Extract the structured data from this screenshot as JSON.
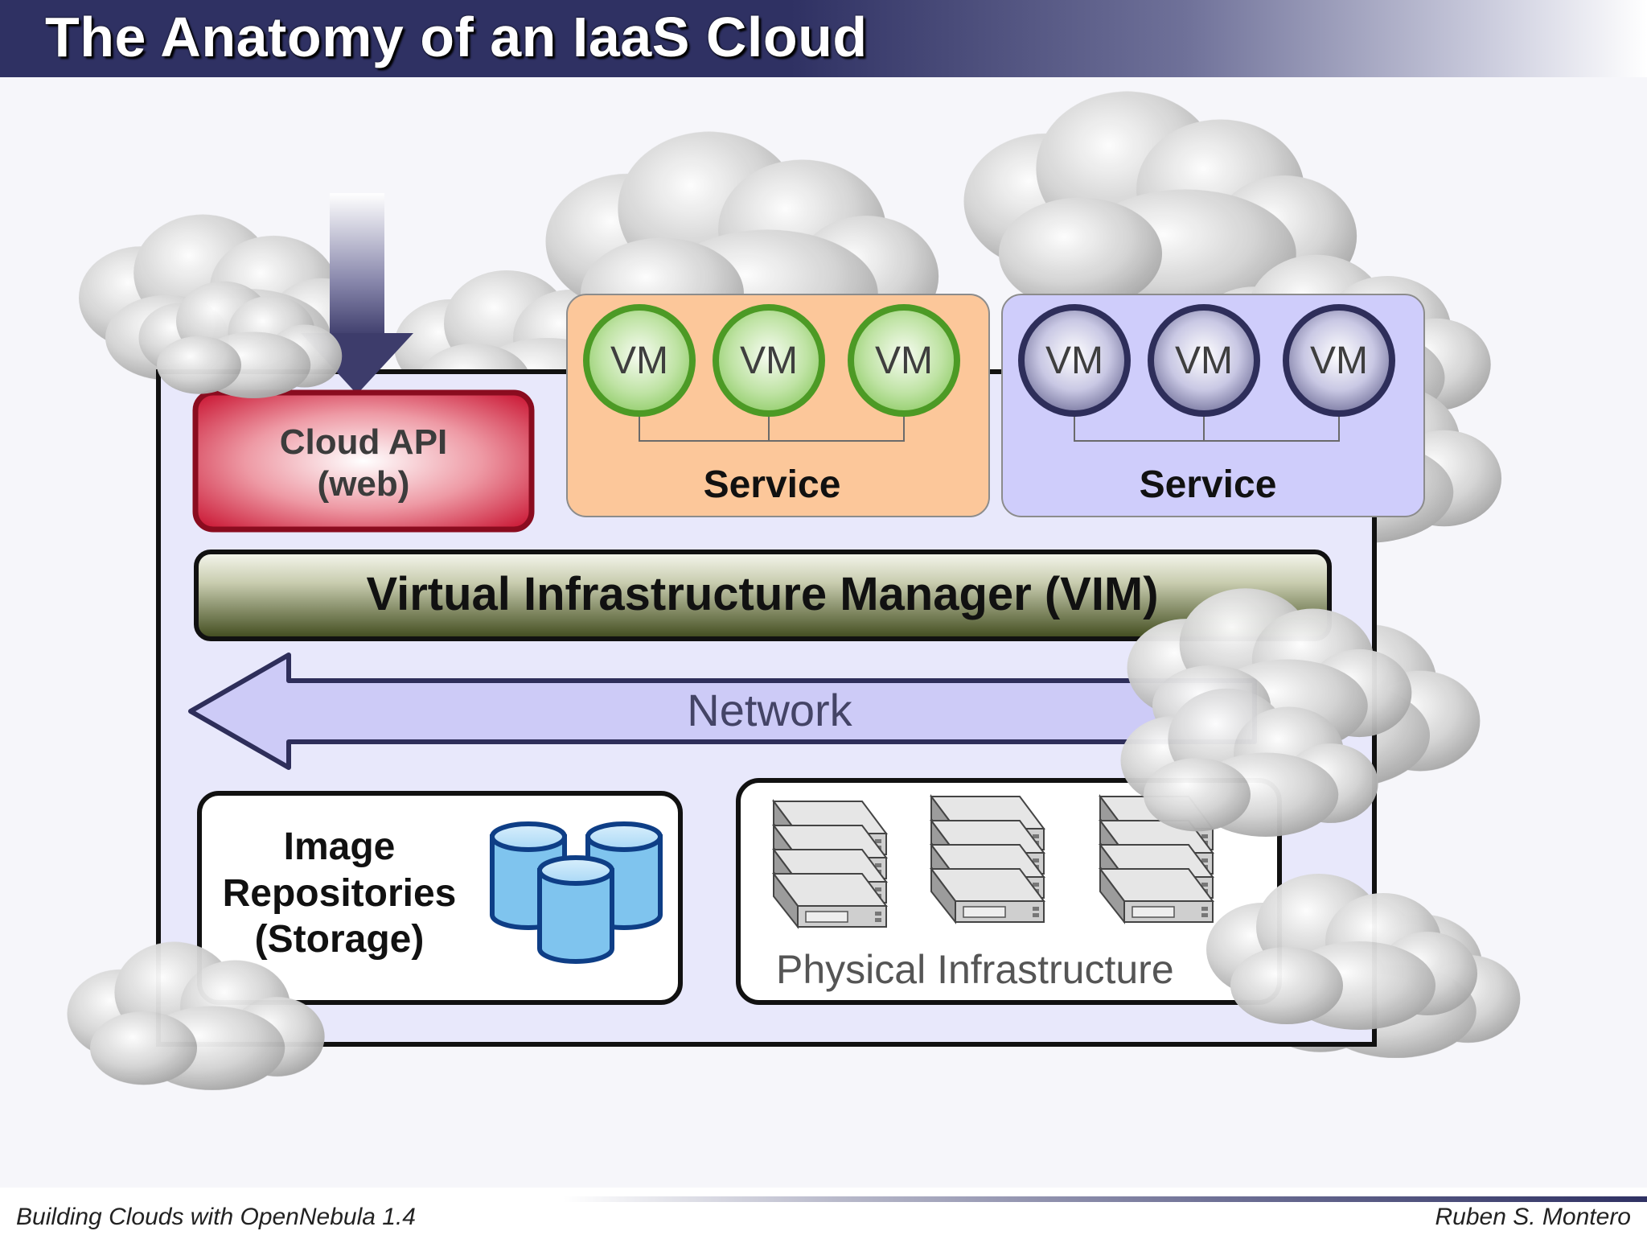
{
  "slide": {
    "title": "The Anatomy of an IaaS Cloud",
    "footer_left": "Building Clouds with OpenNebula 1.4",
    "footer_right": "Ruben S. Montero"
  },
  "diagram": {
    "cloud_api": {
      "line1": "Cloud API",
      "line2": "(web)"
    },
    "services": [
      {
        "label": "Service",
        "vms": [
          "VM",
          "VM",
          "VM"
        ],
        "color": "#fcc79a",
        "vm_color": "#6ab04c"
      },
      {
        "label": "Service",
        "vms": [
          "VM",
          "VM",
          "VM"
        ],
        "color": "#cfcdfb",
        "vm_color": "#2e2e5a"
      }
    ],
    "vim": {
      "label": "Virtual Infrastructure Manager (VIM)"
    },
    "network": {
      "label": "Network"
    },
    "storage": {
      "line1": "Image",
      "line2": "Repositories",
      "line3": "(Storage)",
      "icon": "database-icon"
    },
    "physical": {
      "label": "Physical Infrastructure",
      "icon": "server-rack-icon"
    },
    "colors": {
      "title_bar": "#2f3163",
      "cloud_api": "#c8102e",
      "vim": "#4e5a2a",
      "network_arrow": "#cdcbf7",
      "database": "#7fc4ee",
      "infrastructure_panel": "#e8e8fb"
    }
  }
}
